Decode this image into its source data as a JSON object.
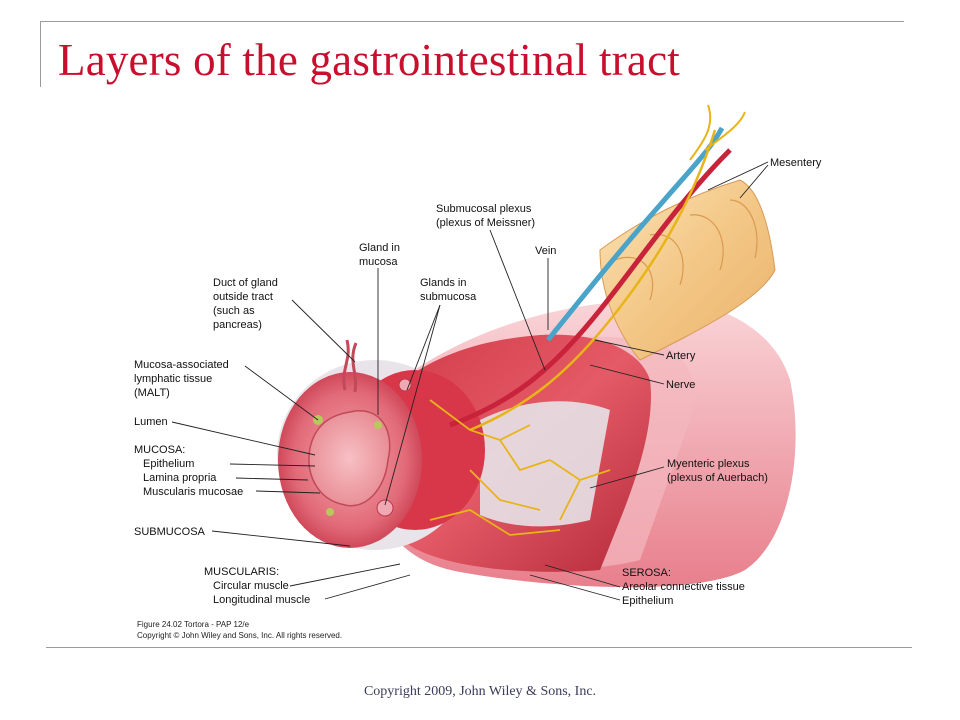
{
  "slide": {
    "title": "Layers of the gastrointestinal tract",
    "footer": "Copyright 2009, John Wiley & Sons, Inc."
  },
  "figure": {
    "caption_line1": "Figure 24.02  Tortora - PAP 12/e",
    "caption_line2": "Copyright © John Wiley and Sons, Inc. All rights reserved.",
    "labels": {
      "mesentery": "Mesentery",
      "submucosal_plexus_1": "Submucosal plexus",
      "submucosal_plexus_2": "(plexus of Meissner)",
      "vein": "Vein",
      "gland_in_mucosa_1": "Gland in",
      "gland_in_mucosa_2": "mucosa",
      "duct_1": "Duct of gland",
      "duct_2": "outside tract",
      "duct_3": "(such as",
      "duct_4": "pancreas)",
      "glands_submucosa_1": "Glands in",
      "glands_submucosa_2": "submucosa",
      "malt_1": "Mucosa-associated",
      "malt_2": "lymphatic tissue",
      "malt_3": "(MALT)",
      "lumen": "Lumen",
      "mucosa": "MUCOSA:",
      "epithelium": "Epithelium",
      "lamina_propria": "Lamina propria",
      "muscularis_mucosae": "Muscularis mucosae",
      "submucosa": "SUBMUCOSA",
      "muscularis": "MUSCULARIS:",
      "circular_muscle": "Circular muscle",
      "longitudinal_muscle": "Longitudinal muscle",
      "artery": "Artery",
      "nerve": "Nerve",
      "myenteric_1": "Myenteric plexus",
      "myenteric_2": "(plexus of Auerbach)",
      "serosa": "SEROSA:",
      "areolar": "Areolar connective tissue",
      "serosa_epithelium": "Epithelium"
    }
  }
}
